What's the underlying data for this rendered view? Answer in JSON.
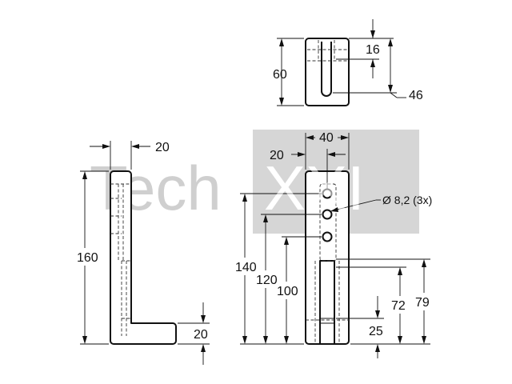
{
  "watermark": {
    "text_left": "Tech",
    "text_right": "XXI",
    "left_color": "#cfcfcf",
    "box_color": "#d6d6d6",
    "right_color": "#ffffff"
  },
  "dimensions": {
    "top_view": {
      "height": "60",
      "slot_width": "16",
      "slot_depth": "46"
    },
    "side_view": {
      "thickness": "20",
      "height": "160",
      "foot": "20"
    },
    "front_view": {
      "width": "40",
      "hole_offset": "20",
      "hole_note": "Ø 8,2 (3x)",
      "hole_1": "140",
      "hole_2": "120",
      "hole_3": "100",
      "slot_top": "79",
      "slot_mid": "72",
      "slot_bottom": "25"
    }
  }
}
